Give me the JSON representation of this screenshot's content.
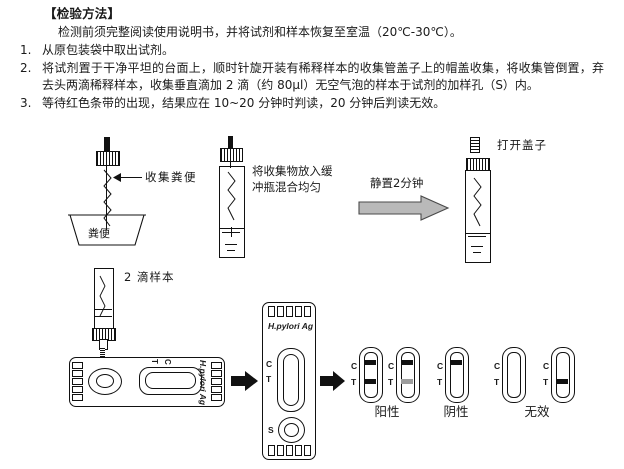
{
  "document": {
    "heading": "【检验方法】",
    "lead": "检测前须完整阅读使用说明书，并将试剂和样本恢复至室温（20℃-30℃）。",
    "steps": [
      {
        "num": "1.",
        "text": "从原包装袋中取出试剂。"
      },
      {
        "num": "2.",
        "text": "将试剂置于干净平坦的台面上，顺时针旋开装有稀释样本的收集管盖子上的帽盖收集，将收集管倒置，弃去头两滴稀释样本，收集垂直滴加 2 滴（约 80μl）无空气泡的样本于试剂的加样孔（S）内。"
      },
      {
        "num": "3.",
        "text": "等待红色条带的出现，结果应在 10~20 分钟时判读，20 分钟后判读无效。"
      }
    ]
  },
  "diagram": {
    "step1_label": "收集粪便",
    "bowl_label": "粪便",
    "step2_label_line1": "将收集物放入缓",
    "step2_label_line2": "冲瓶混合均匀",
    "wait_arrow_label": "静置2分钟",
    "step3_label": "打开盖子",
    "drops_label": "2 滴样本",
    "device_brand": "H.pylori Ag",
    "control_letter": "C",
    "test_letter": "T",
    "sample_letter": "S",
    "results": [
      {
        "label": "阳性",
        "cassettes": [
          {
            "control": "dark",
            "test": "dark"
          },
          {
            "control": "dark",
            "test": "faint"
          }
        ]
      },
      {
        "label": "阴性",
        "cassettes": [
          {
            "control": "dark",
            "test": "none"
          }
        ]
      },
      {
        "label": "无效",
        "cassettes": [
          {
            "control": "none",
            "test": "none"
          },
          {
            "control": "none",
            "test": "dark"
          }
        ]
      }
    ]
  },
  "colors": {
    "ink": "#111111",
    "faint_band": "#9d9d9d",
    "gray_arrow": "#b9b9b9",
    "page_bg": "#ffffff"
  }
}
